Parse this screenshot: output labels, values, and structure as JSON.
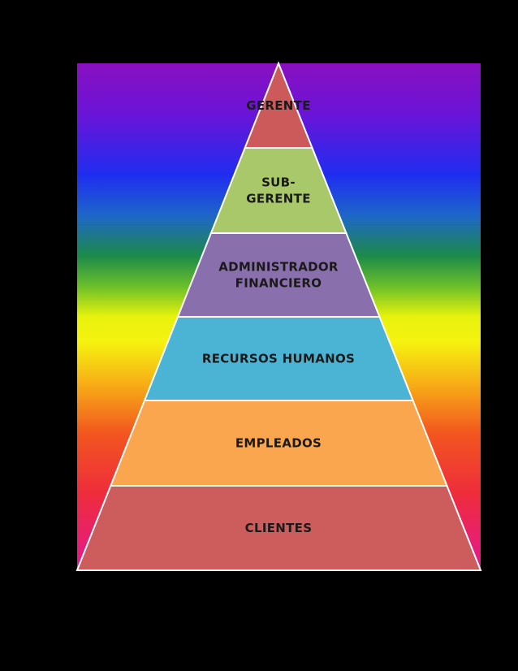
{
  "diagram": {
    "type": "pyramid",
    "tiers": [
      {
        "lines": [
          "GERENTE"
        ],
        "color": "#cd5a5a"
      },
      {
        "lines": [
          "SUB-",
          "GERENTE"
        ],
        "color": "#a9c86a"
      },
      {
        "lines": [
          "ADMINISTRADOR",
          "FINANCIERO"
        ],
        "color": "#8a6fad"
      },
      {
        "lines": [
          "RECURSOS HUMANOS"
        ],
        "color": "#4bb4d4"
      },
      {
        "lines": [
          "EMPLEADOS"
        ],
        "color": "#f9a64e"
      },
      {
        "lines": [
          "CLIENTES"
        ],
        "color": "#cd5c5c"
      }
    ]
  }
}
